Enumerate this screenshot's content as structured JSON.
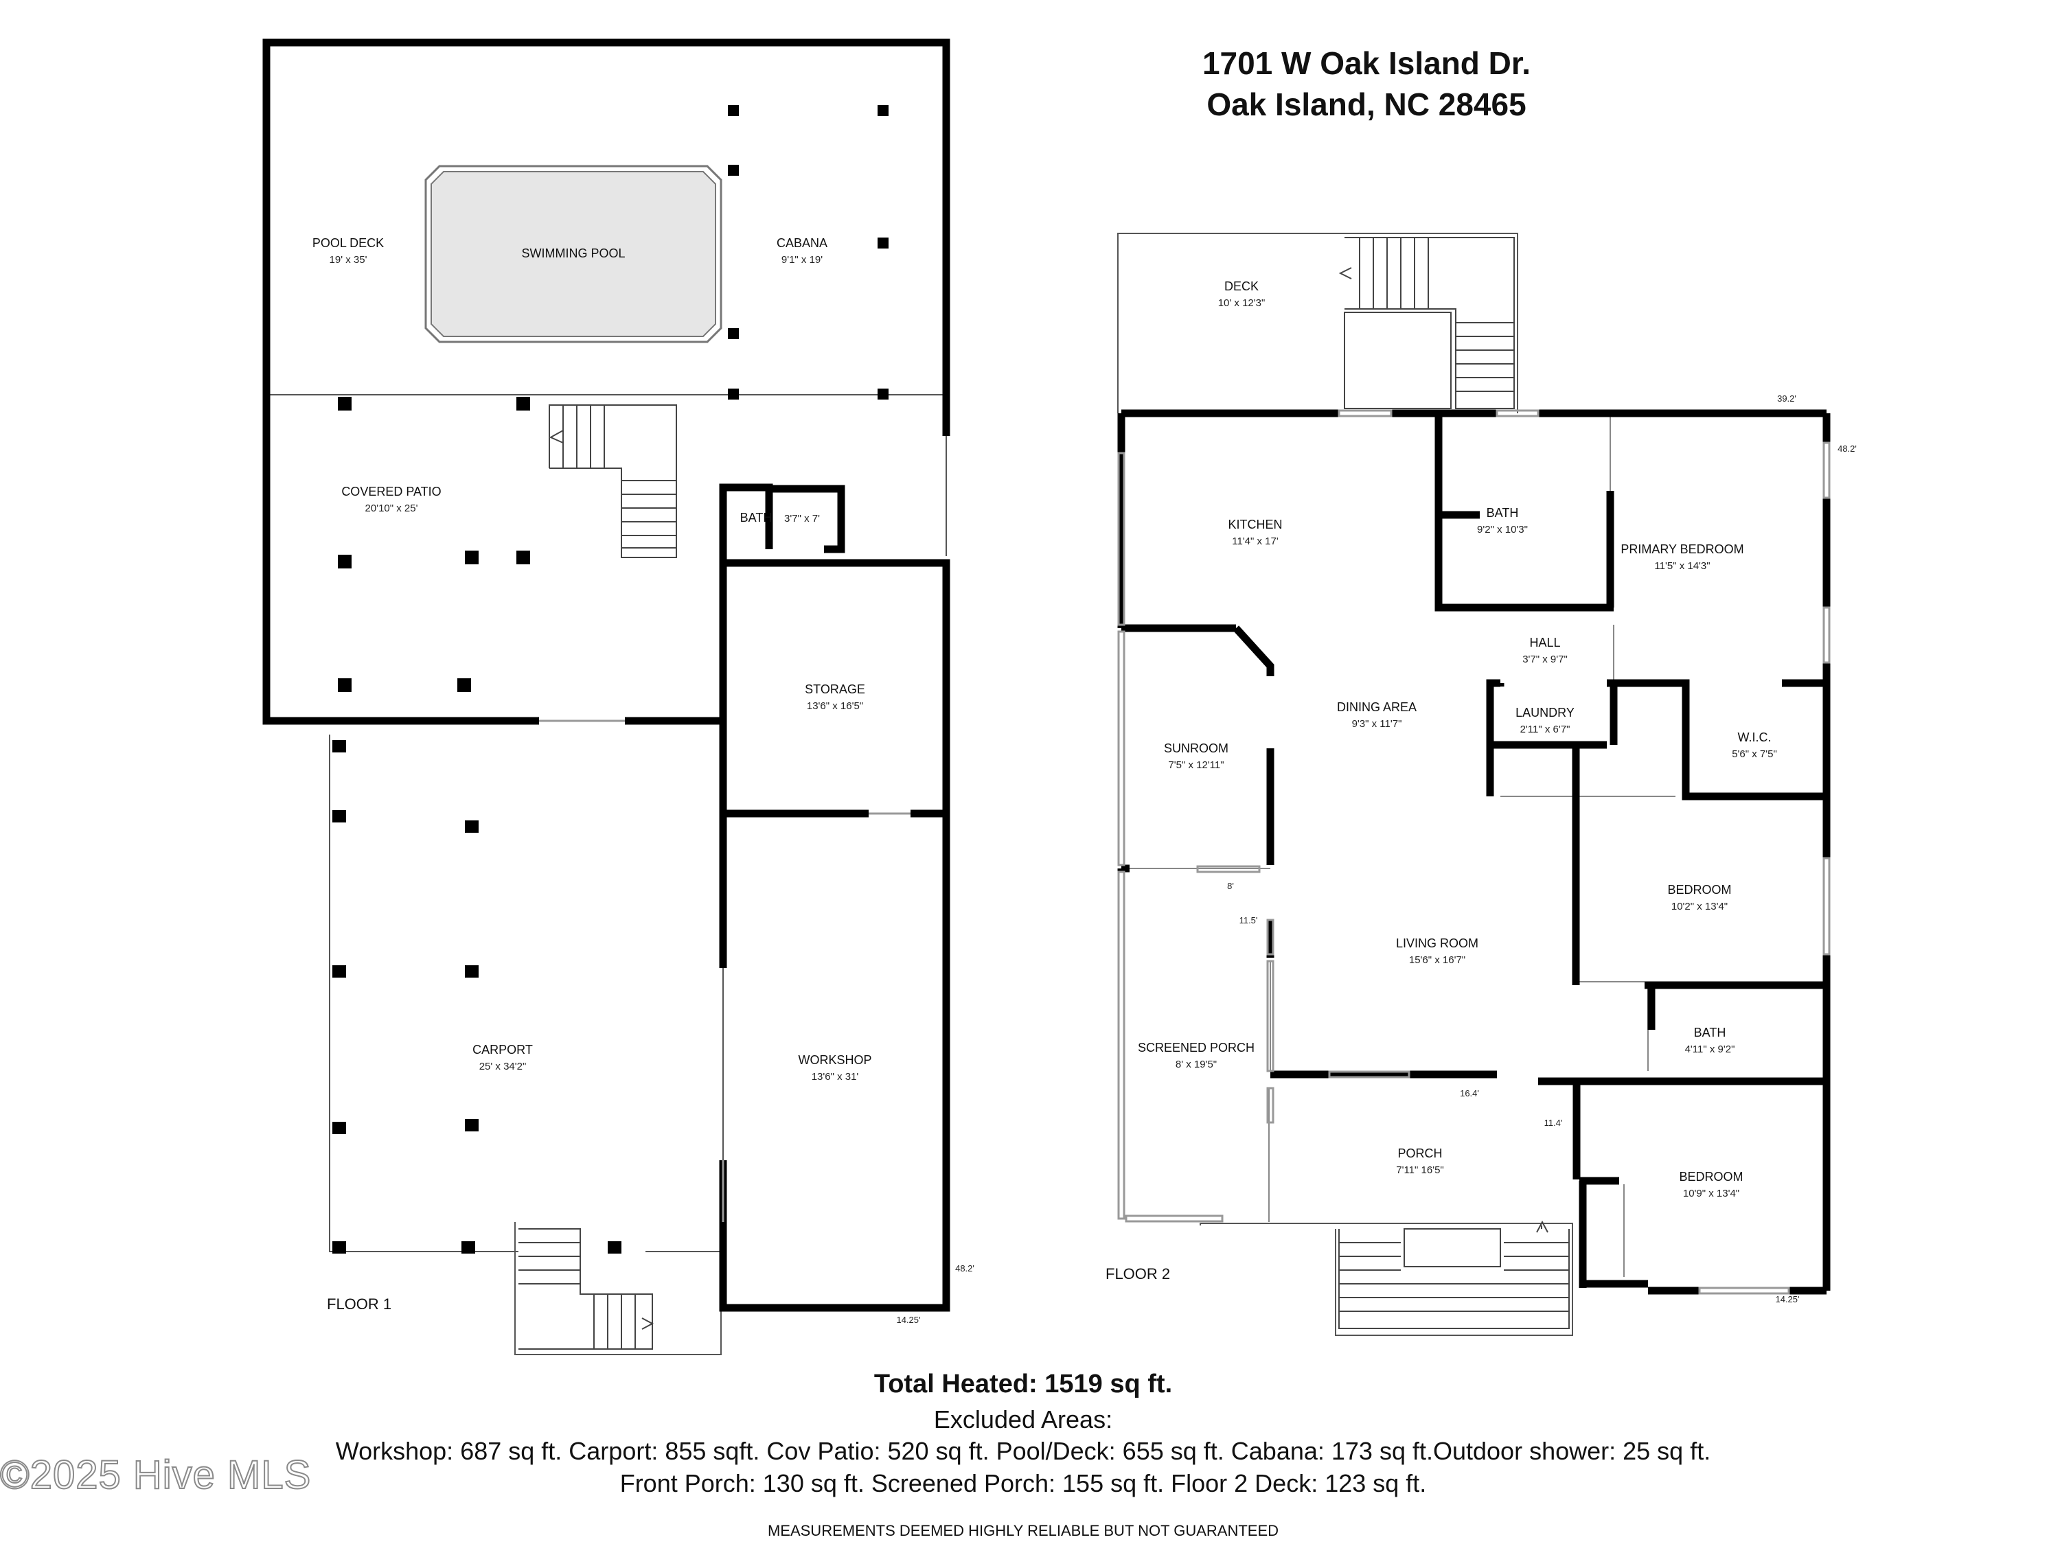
{
  "header": {
    "address_line1": "1701 W Oak Island Dr.",
    "address_line2": "Oak Island, NC 28465"
  },
  "floor1": {
    "label": "FLOOR 1",
    "rooms": {
      "pool_deck": {
        "name": "POOL DECK",
        "dim": "19' x 35'"
      },
      "swimming_pool": {
        "name": "SWIMMING POOL",
        "dim": ""
      },
      "cabana": {
        "name": "CABANA",
        "dim": "9'1\" x 19'"
      },
      "covered_patio": {
        "name": "COVERED PATIO",
        "dim": "20'10\" x 25'"
      },
      "bath": {
        "name": "BATH",
        "dim": "3'7\" x 7'"
      },
      "storage": {
        "name": "STORAGE",
        "dim": "13'6\" x 16'5\""
      },
      "carport": {
        "name": "CARPORT",
        "dim": "25' x 34'2\""
      },
      "workshop": {
        "name": "WORKSHOP",
        "dim": "13'6\" x 31'"
      }
    },
    "measurements": {
      "side": "48.2'",
      "bottom": "14.25'"
    }
  },
  "floor2": {
    "label": "FLOOR 2",
    "rooms": {
      "deck": {
        "name": "DECK",
        "dim": "10' x 12'3\""
      },
      "kitchen": {
        "name": "KITCHEN",
        "dim": "11'4\" x 17'"
      },
      "bath_top": {
        "name": "BATH",
        "dim": "9'2\" x 10'3\""
      },
      "primary_bedroom": {
        "name": "PRIMARY BEDROOM",
        "dim": "11'5\" x 14'3\""
      },
      "hall": {
        "name": "HALL",
        "dim": "3'7\" x 9'7\""
      },
      "laundry": {
        "name": "LAUNDRY",
        "dim": "2'11\" x 6'7\""
      },
      "wic": {
        "name": "W.I.C.",
        "dim": "5'6\" x 7'5\""
      },
      "dining_area": {
        "name": "DINING AREA",
        "dim": "9'3\" x 11'7\""
      },
      "sunroom": {
        "name": "SUNROOM",
        "dim": "7'5\" x 12'11\""
      },
      "bedroom1": {
        "name": "BEDROOM",
        "dim": "10'2\" x 13'4\""
      },
      "living_room": {
        "name": "LIVING ROOM",
        "dim": "15'6\" x 16'7\""
      },
      "bath_bottom": {
        "name": "BATH",
        "dim": "4'11\" x 9'2\""
      },
      "screened_porch": {
        "name": "SCREENED PORCH",
        "dim": "8' x 19'5\""
      },
      "porch": {
        "name": "PORCH",
        "dim": "7'11\" 16'5\""
      },
      "bedroom2": {
        "name": "BEDROOM",
        "dim": "10'9\" x 13'4\""
      }
    },
    "measurements": {
      "top": "39.2'",
      "right": "48.2'",
      "sunroom_8": "8'",
      "sunroom_115": "11.5'",
      "living_164": "16.4'",
      "porch_114": "11.4'",
      "bottom": "14.25'"
    }
  },
  "summary": {
    "total_heated_prefix": "Total Heated:",
    "total_heated_value": "1519",
    "total_heated_suffix": "sq ft.",
    "excluded_title": "Excluded Areas:",
    "excluded_line1": "Workshop: 687 sq ft. Carport: 855 sqft. Cov Patio: 520 sq ft. Pool/Deck: 655 sq ft. Cabana: 173 sq ft.Outdoor shower: 25 sq ft.",
    "excluded_line2": "Front Porch: 130 sq ft. Screened Porch: 155 sq ft. Floor 2 Deck: 123 sq ft.",
    "disclaimer": "MEASUREMENTS DEEMED HIGHLY RELIABLE BUT NOT GUARANTEED"
  },
  "watermark": "©2025 Hive MLS",
  "colors": {
    "wall": "#000000",
    "thin": "#555555",
    "pool_fill": "#e6e6e6",
    "window": "#9a9a9a"
  }
}
